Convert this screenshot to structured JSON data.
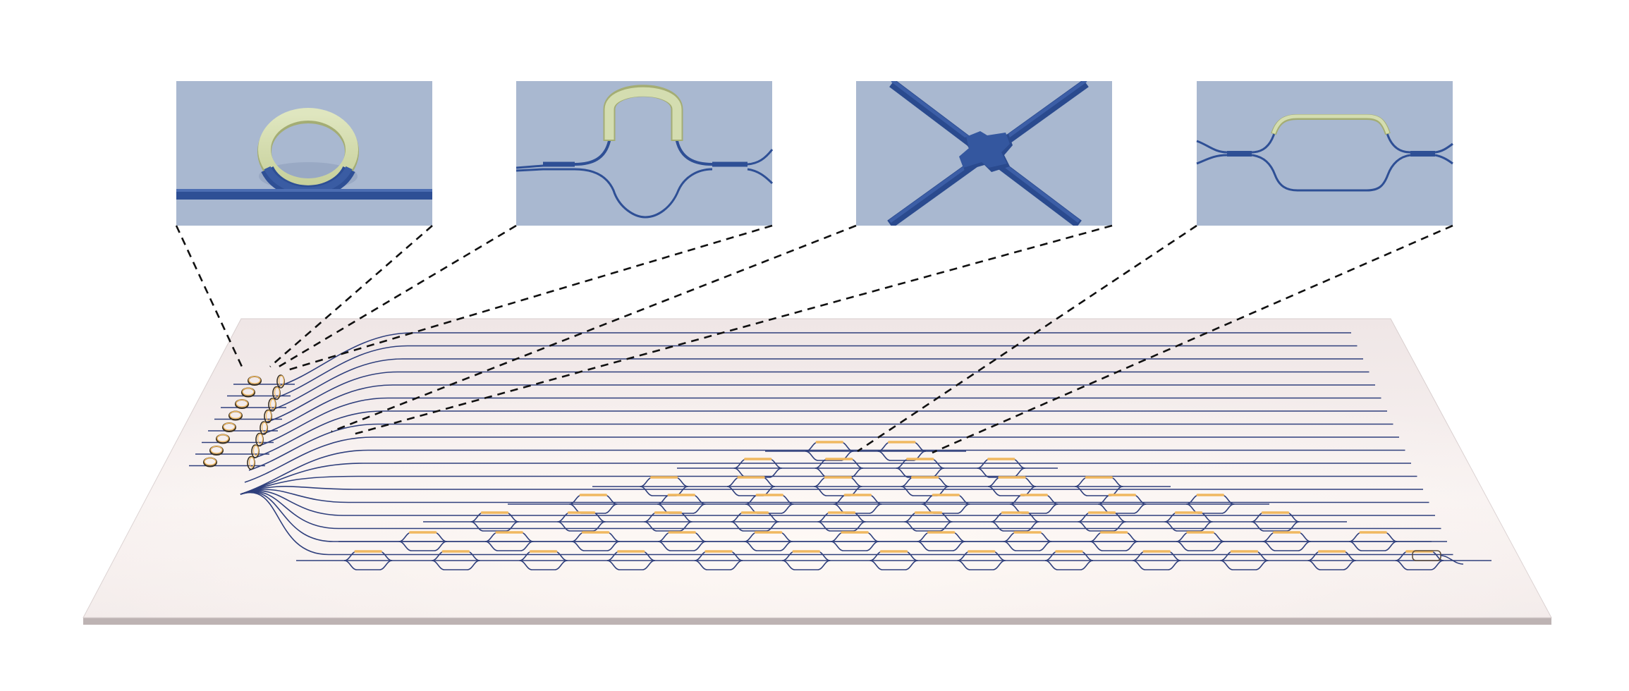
{
  "figure": {
    "background": "#ffffff",
    "colors": {
      "inset_background": "#a9b8d0",
      "waveguide": "#2e4f95",
      "waveguide_thin": "#2f3f7c",
      "heater": "#d4ddb0",
      "heater_edge": "#a4ad74",
      "chip_surface": "#f5eeee",
      "chip_edge": "#bdb3b3",
      "chip_heater": "#f0b860",
      "leader_line": "#111111"
    },
    "insets": [
      {
        "name": "microring-resonator",
        "icon": "ring-resonator-icon"
      },
      {
        "name": "mach-zehnder-interferometer",
        "icon": "mzi-icon"
      },
      {
        "name": "waveguide-crossing",
        "icon": "crossing-icon"
      },
      {
        "name": "tunable-coupler",
        "icon": "coupler-icon"
      }
    ],
    "chip": {
      "input_channels": 8,
      "output_waveguides": 18,
      "mesh_columns": 8
    }
  }
}
